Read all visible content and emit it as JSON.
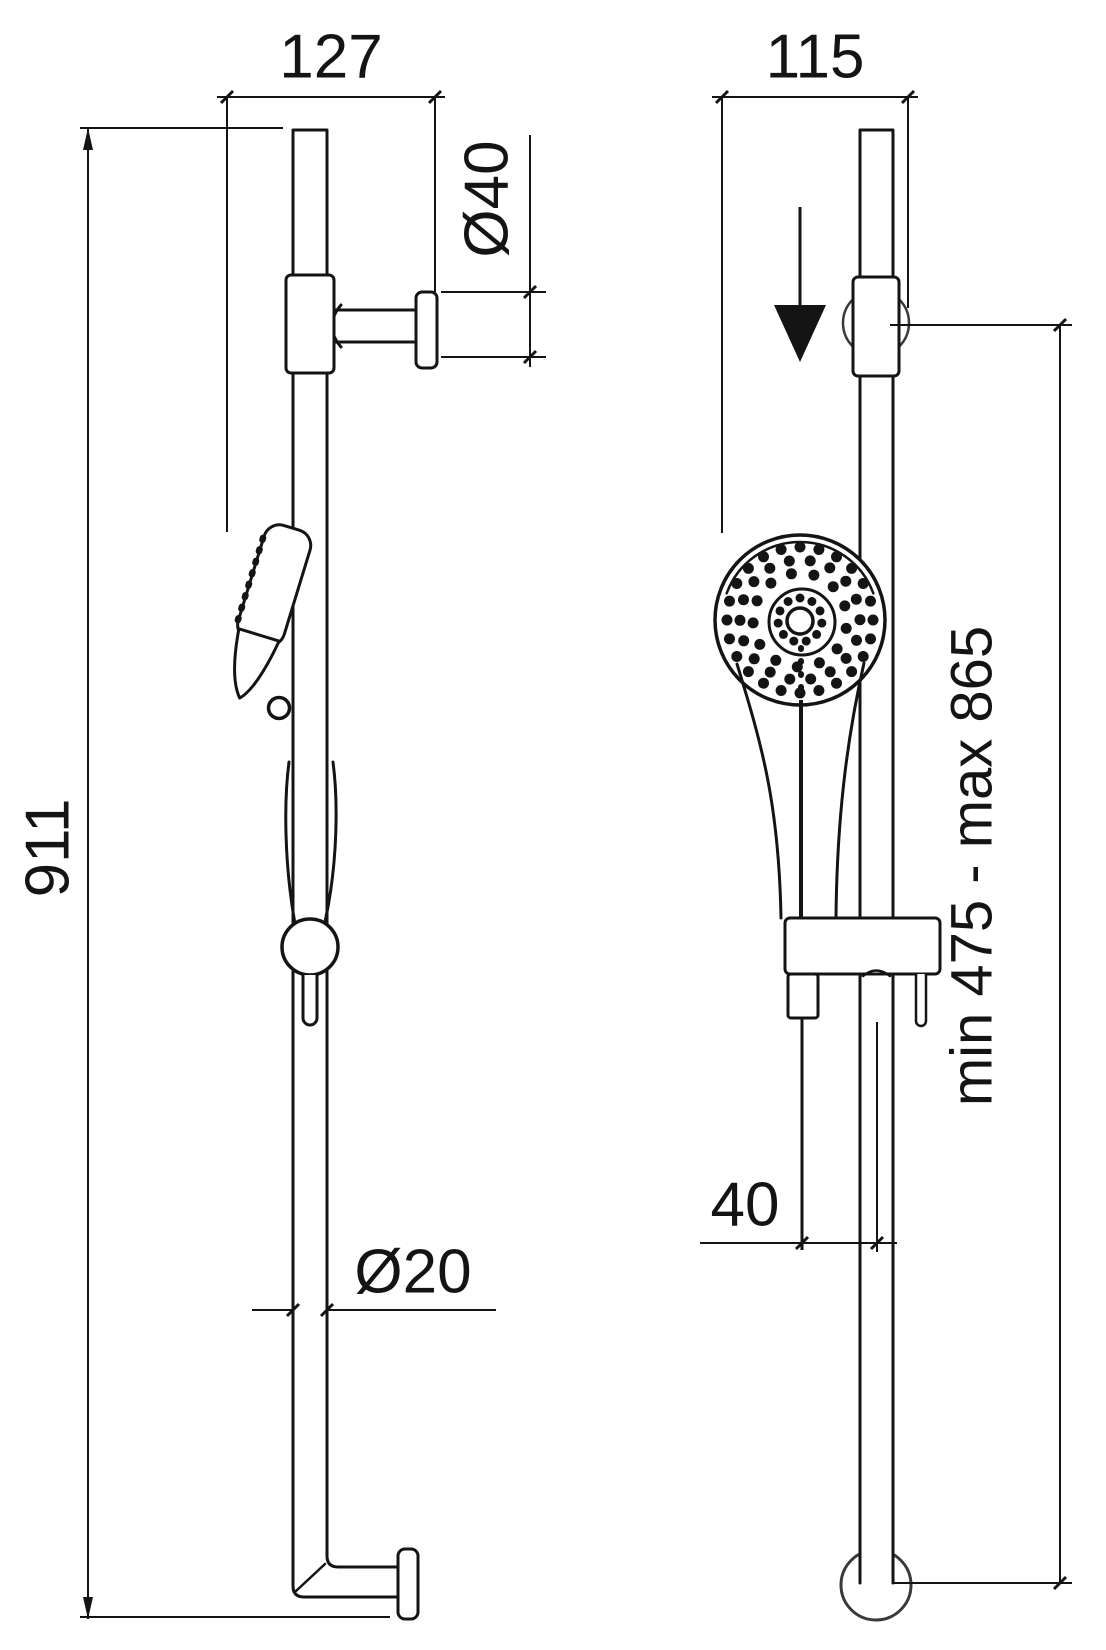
{
  "drawing": {
    "kind": "shower-rail-technical-drawing",
    "colors": {
      "line": "#141414",
      "background": "#ffffff"
    },
    "views": {
      "side_view": "left",
      "front_view": "right"
    }
  },
  "dims": {
    "wall_offset_side": "127",
    "flange_diameter": "Ø40",
    "wall_offset_front": "115",
    "total_height": "911",
    "rail_diameter": "Ø20",
    "hose_offset": "40",
    "handset_height_range": "min 475 - max 865"
  }
}
